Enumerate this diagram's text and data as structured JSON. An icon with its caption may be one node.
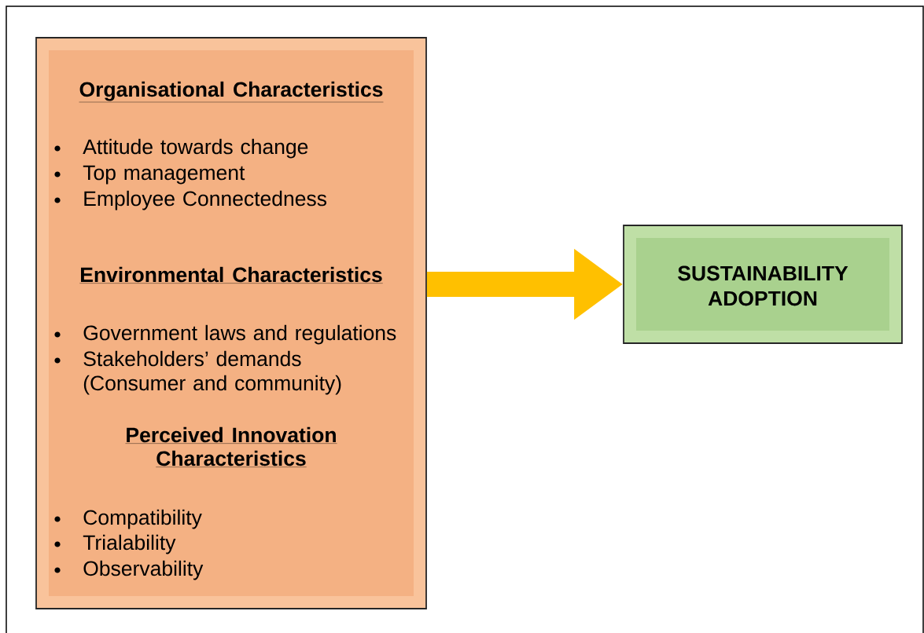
{
  "diagram": {
    "nodes": [
      {
        "text": [
          "Organisational Characteristics",
          "Attitude towards change",
          "Top management",
          "Employee Connectedness",
          "Environmental Characteristics",
          "Government laws and regulations",
          "Stakeholders’ demands (Consumer and community)",
          "Perceived Innovation Characteristics",
          "Compatibility",
          "Trialability",
          "Observability"
        ]
      },
      {
        "text": [
          "SUSTAINABILITY ADOPTION"
        ]
      }
    ],
    "edges": [
      {
        "from": 0,
        "to": 1,
        "arrow": "to"
      }
    ]
  }
}
